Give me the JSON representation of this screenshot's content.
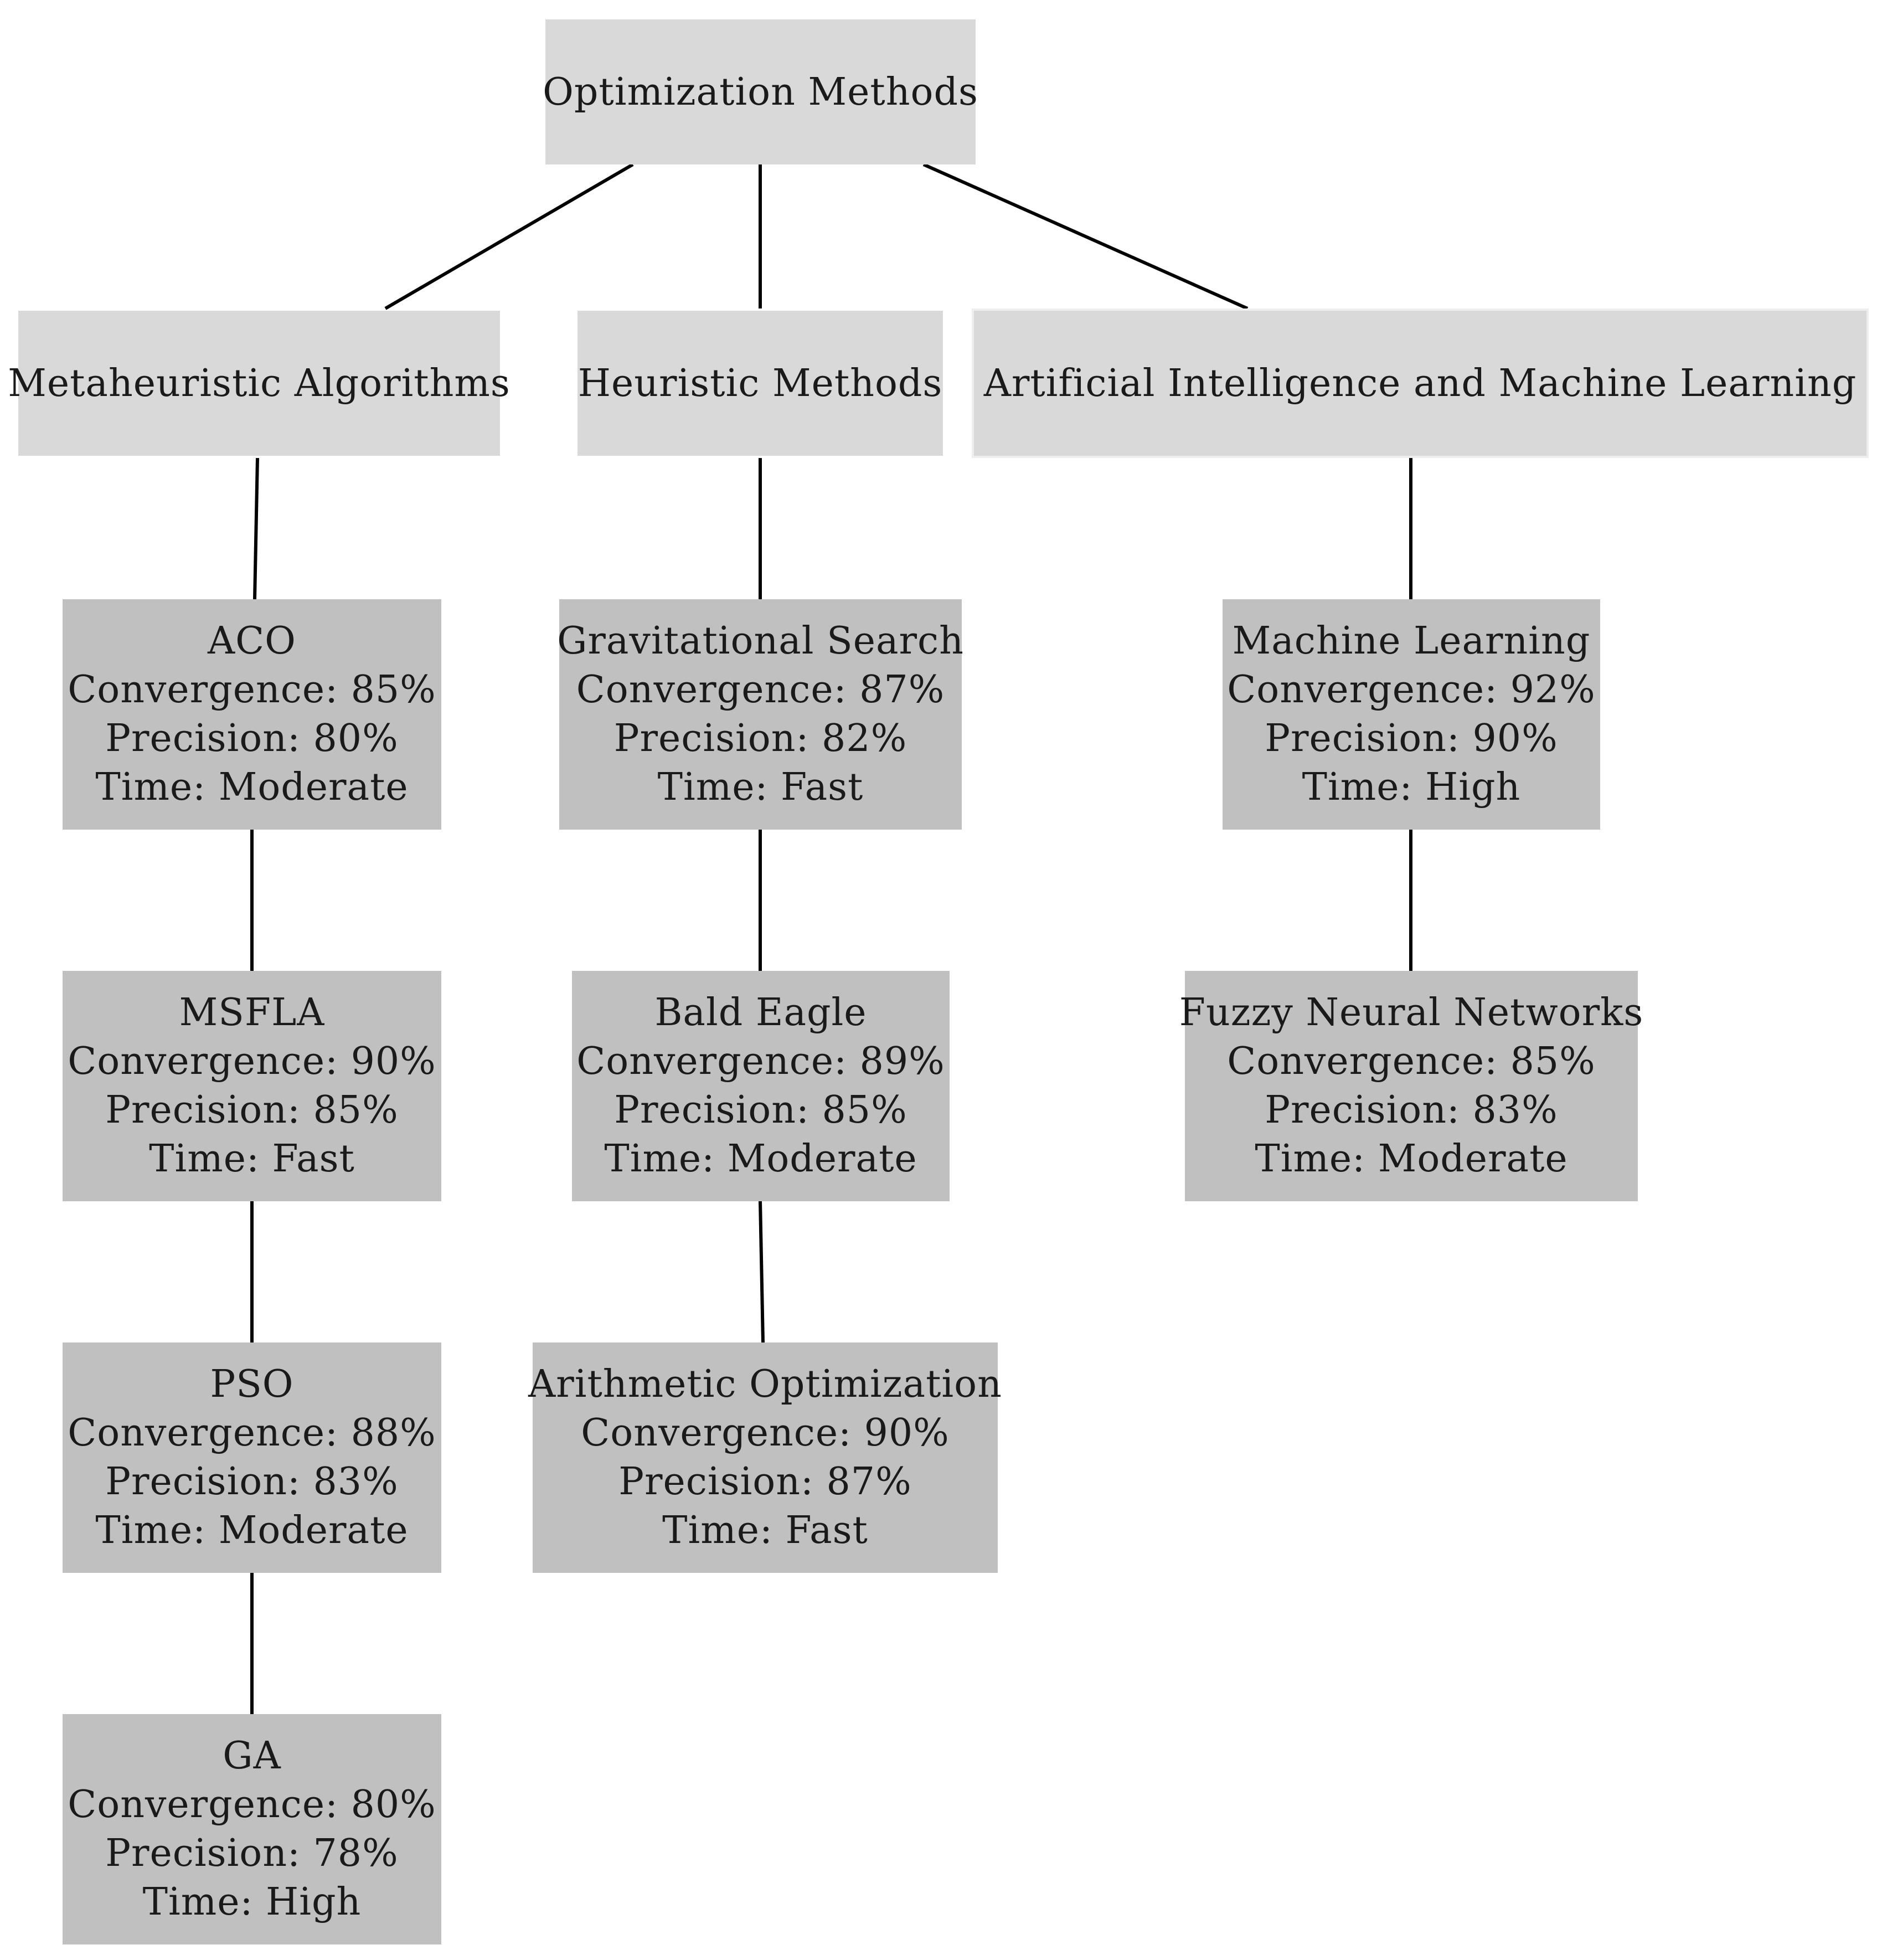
{
  "root": {
    "label": "Optimization Methods"
  },
  "categories": [
    {
      "label": "Metaheuristic Algorithms",
      "methods": [
        {
          "name": "ACO",
          "convergence": "Convergence: 85%",
          "precision": "Precision: 80%",
          "time": "Time: Moderate"
        },
        {
          "name": "MSFLA",
          "convergence": "Convergence: 90%",
          "precision": "Precision: 85%",
          "time": "Time: Fast"
        },
        {
          "name": "PSO",
          "convergence": "Convergence: 88%",
          "precision": "Precision: 83%",
          "time": "Time: Moderate"
        },
        {
          "name": "GA",
          "convergence": "Convergence: 80%",
          "precision": "Precision: 78%",
          "time": "Time: High"
        }
      ]
    },
    {
      "label": "Heuristic Methods",
      "methods": [
        {
          "name": "Gravitational Search",
          "convergence": "Convergence: 87%",
          "precision": "Precision: 82%",
          "time": "Time: Fast"
        },
        {
          "name": "Bald Eagle",
          "convergence": "Convergence: 89%",
          "precision": "Precision: 85%",
          "time": "Time: Moderate"
        },
        {
          "name": "Arithmetic Optimization",
          "convergence": "Convergence: 90%",
          "precision": "Precision: 87%",
          "time": "Time: Fast"
        }
      ]
    },
    {
      "label": "Artificial Intelligence and Machine Learning",
      "methods": [
        {
          "name": "Machine Learning",
          "convergence": "Convergence: 92%",
          "precision": "Precision: 90%",
          "time": "Time: High"
        },
        {
          "name": "Fuzzy Neural Networks",
          "convergence": "Convergence: 85%",
          "precision": "Precision: 83%",
          "time": "Time: Moderate"
        }
      ]
    }
  ],
  "colors": {
    "category_fill": "#d9d9d9",
    "method_fill": "#c0c0c0",
    "edge": "#000000",
    "background": "#ffffff"
  }
}
